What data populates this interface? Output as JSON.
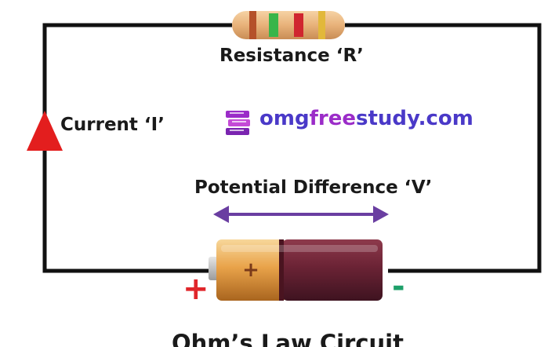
{
  "labels": {
    "resistance": "Resistance ‘R’",
    "current": "Current ‘I’",
    "potential_difference": "Potential Difference ‘V’",
    "caption": "Ohm’s Law Circuit",
    "battery_positive": "+",
    "battery_negative": "-"
  },
  "brand": {
    "part1": "omg",
    "part2": "free",
    "part3": "study.com",
    "icon": "books-icon"
  },
  "colors": {
    "wire": "#111111",
    "current_arrow": "#e31e1e",
    "voltage_arrow": "#6a3ea1",
    "resistor_body": "#e8b27a",
    "resistor_bands": [
      "#b5512a",
      "#39b54a",
      "#d0252f",
      "#e2b83a"
    ],
    "battery_positive_end": "#e9a34a",
    "battery_negative_end": "#6b2335",
    "plus_sign": "#e0262b",
    "minus_sign": "#1ea06a"
  }
}
